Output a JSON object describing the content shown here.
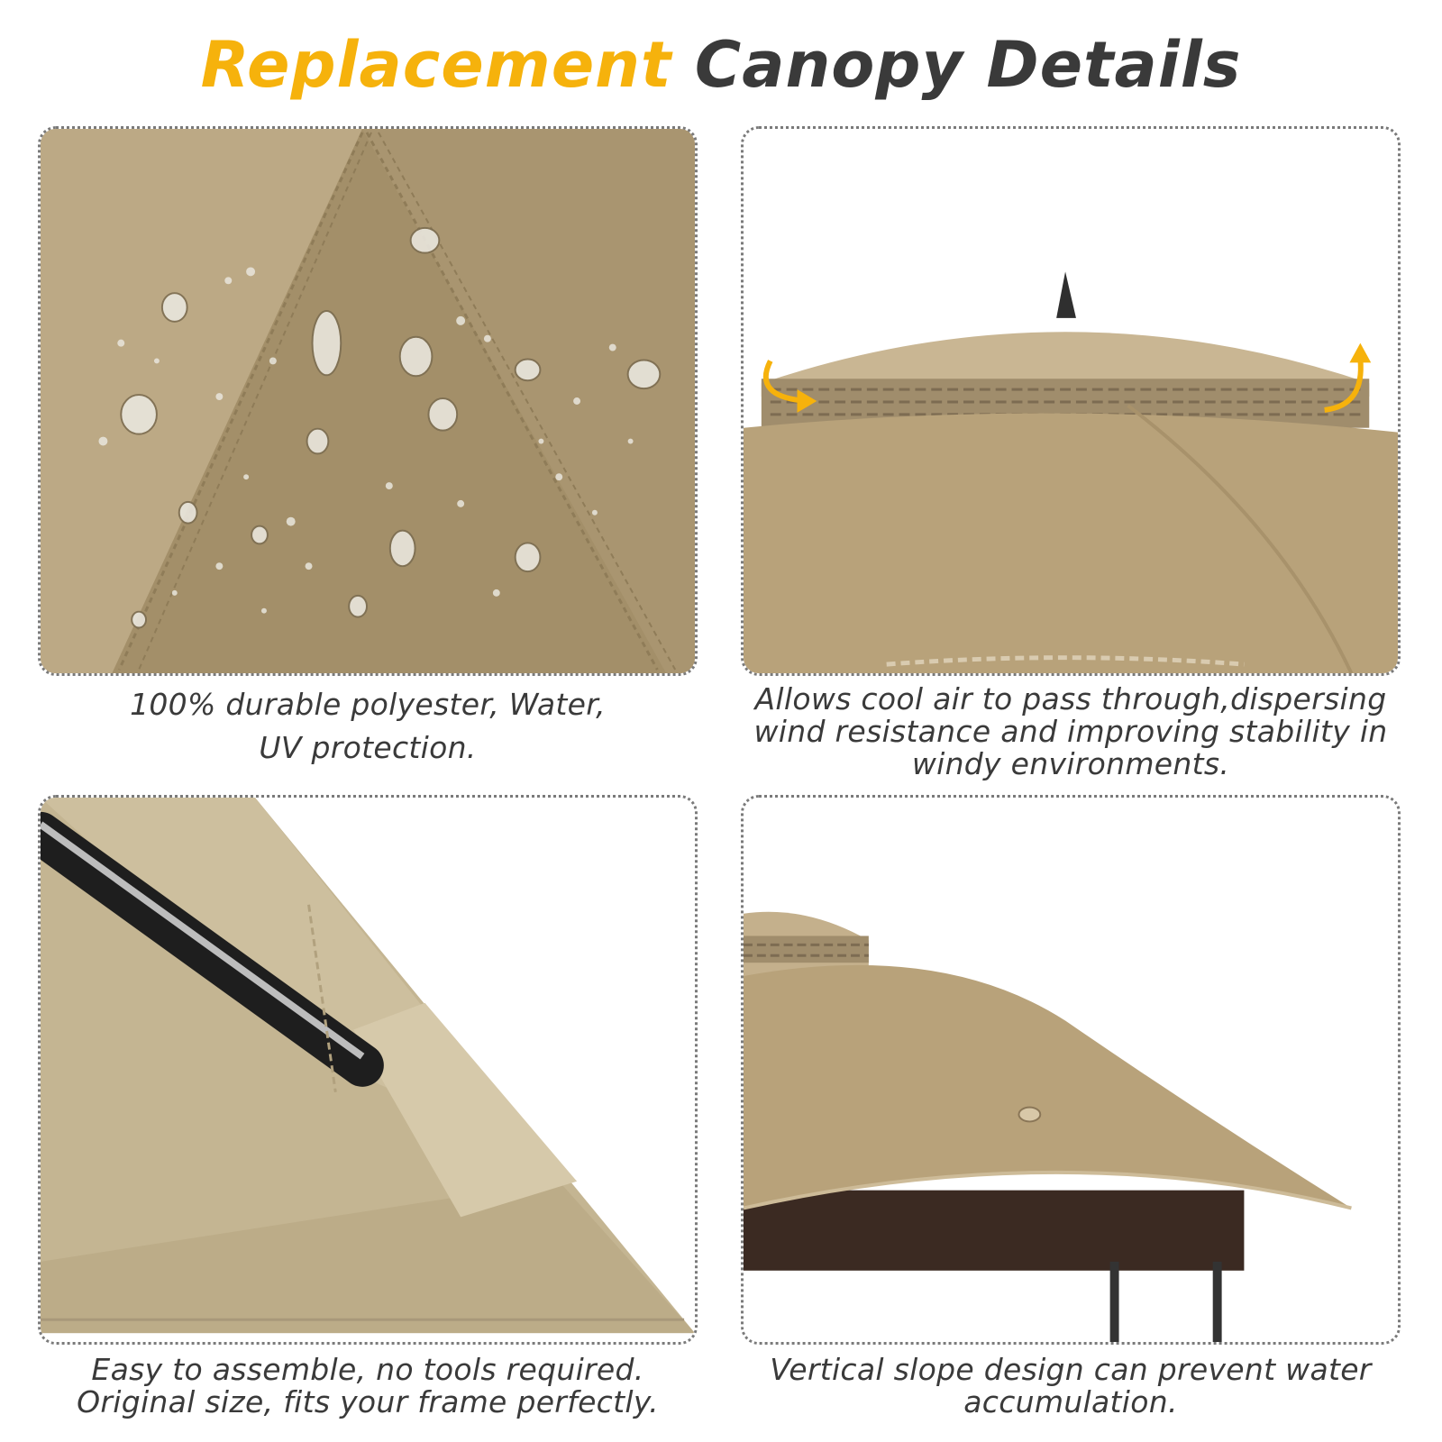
{
  "header": {
    "title_accent": "Replacement",
    "title_rest": "Canopy Details"
  },
  "colors": {
    "accent": "#f6b20c",
    "text": "#3a3a3a",
    "canopy_khaki": "#b8a27a",
    "border": "#7a7a7a"
  },
  "panels": [
    {
      "image": "waterproof-fabric-closeup",
      "caption_lines": [
        "100% durable polyester, Water,",
        "UV protection."
      ]
    },
    {
      "image": "vented-canopy-top",
      "caption_lines": [
        "Allows cool air to pass through,dispersing",
        "wind resistance and improving stability in",
        "windy environments."
      ]
    },
    {
      "image": "canopy-corner-pole-pocket",
      "caption_lines": [
        "Easy to assemble, no tools required.",
        "Original size, fits your frame perfectly."
      ]
    },
    {
      "image": "canopy-slope-edge",
      "caption_lines": [
        "Vertical slope design can prevent water",
        "accumulation."
      ]
    }
  ]
}
